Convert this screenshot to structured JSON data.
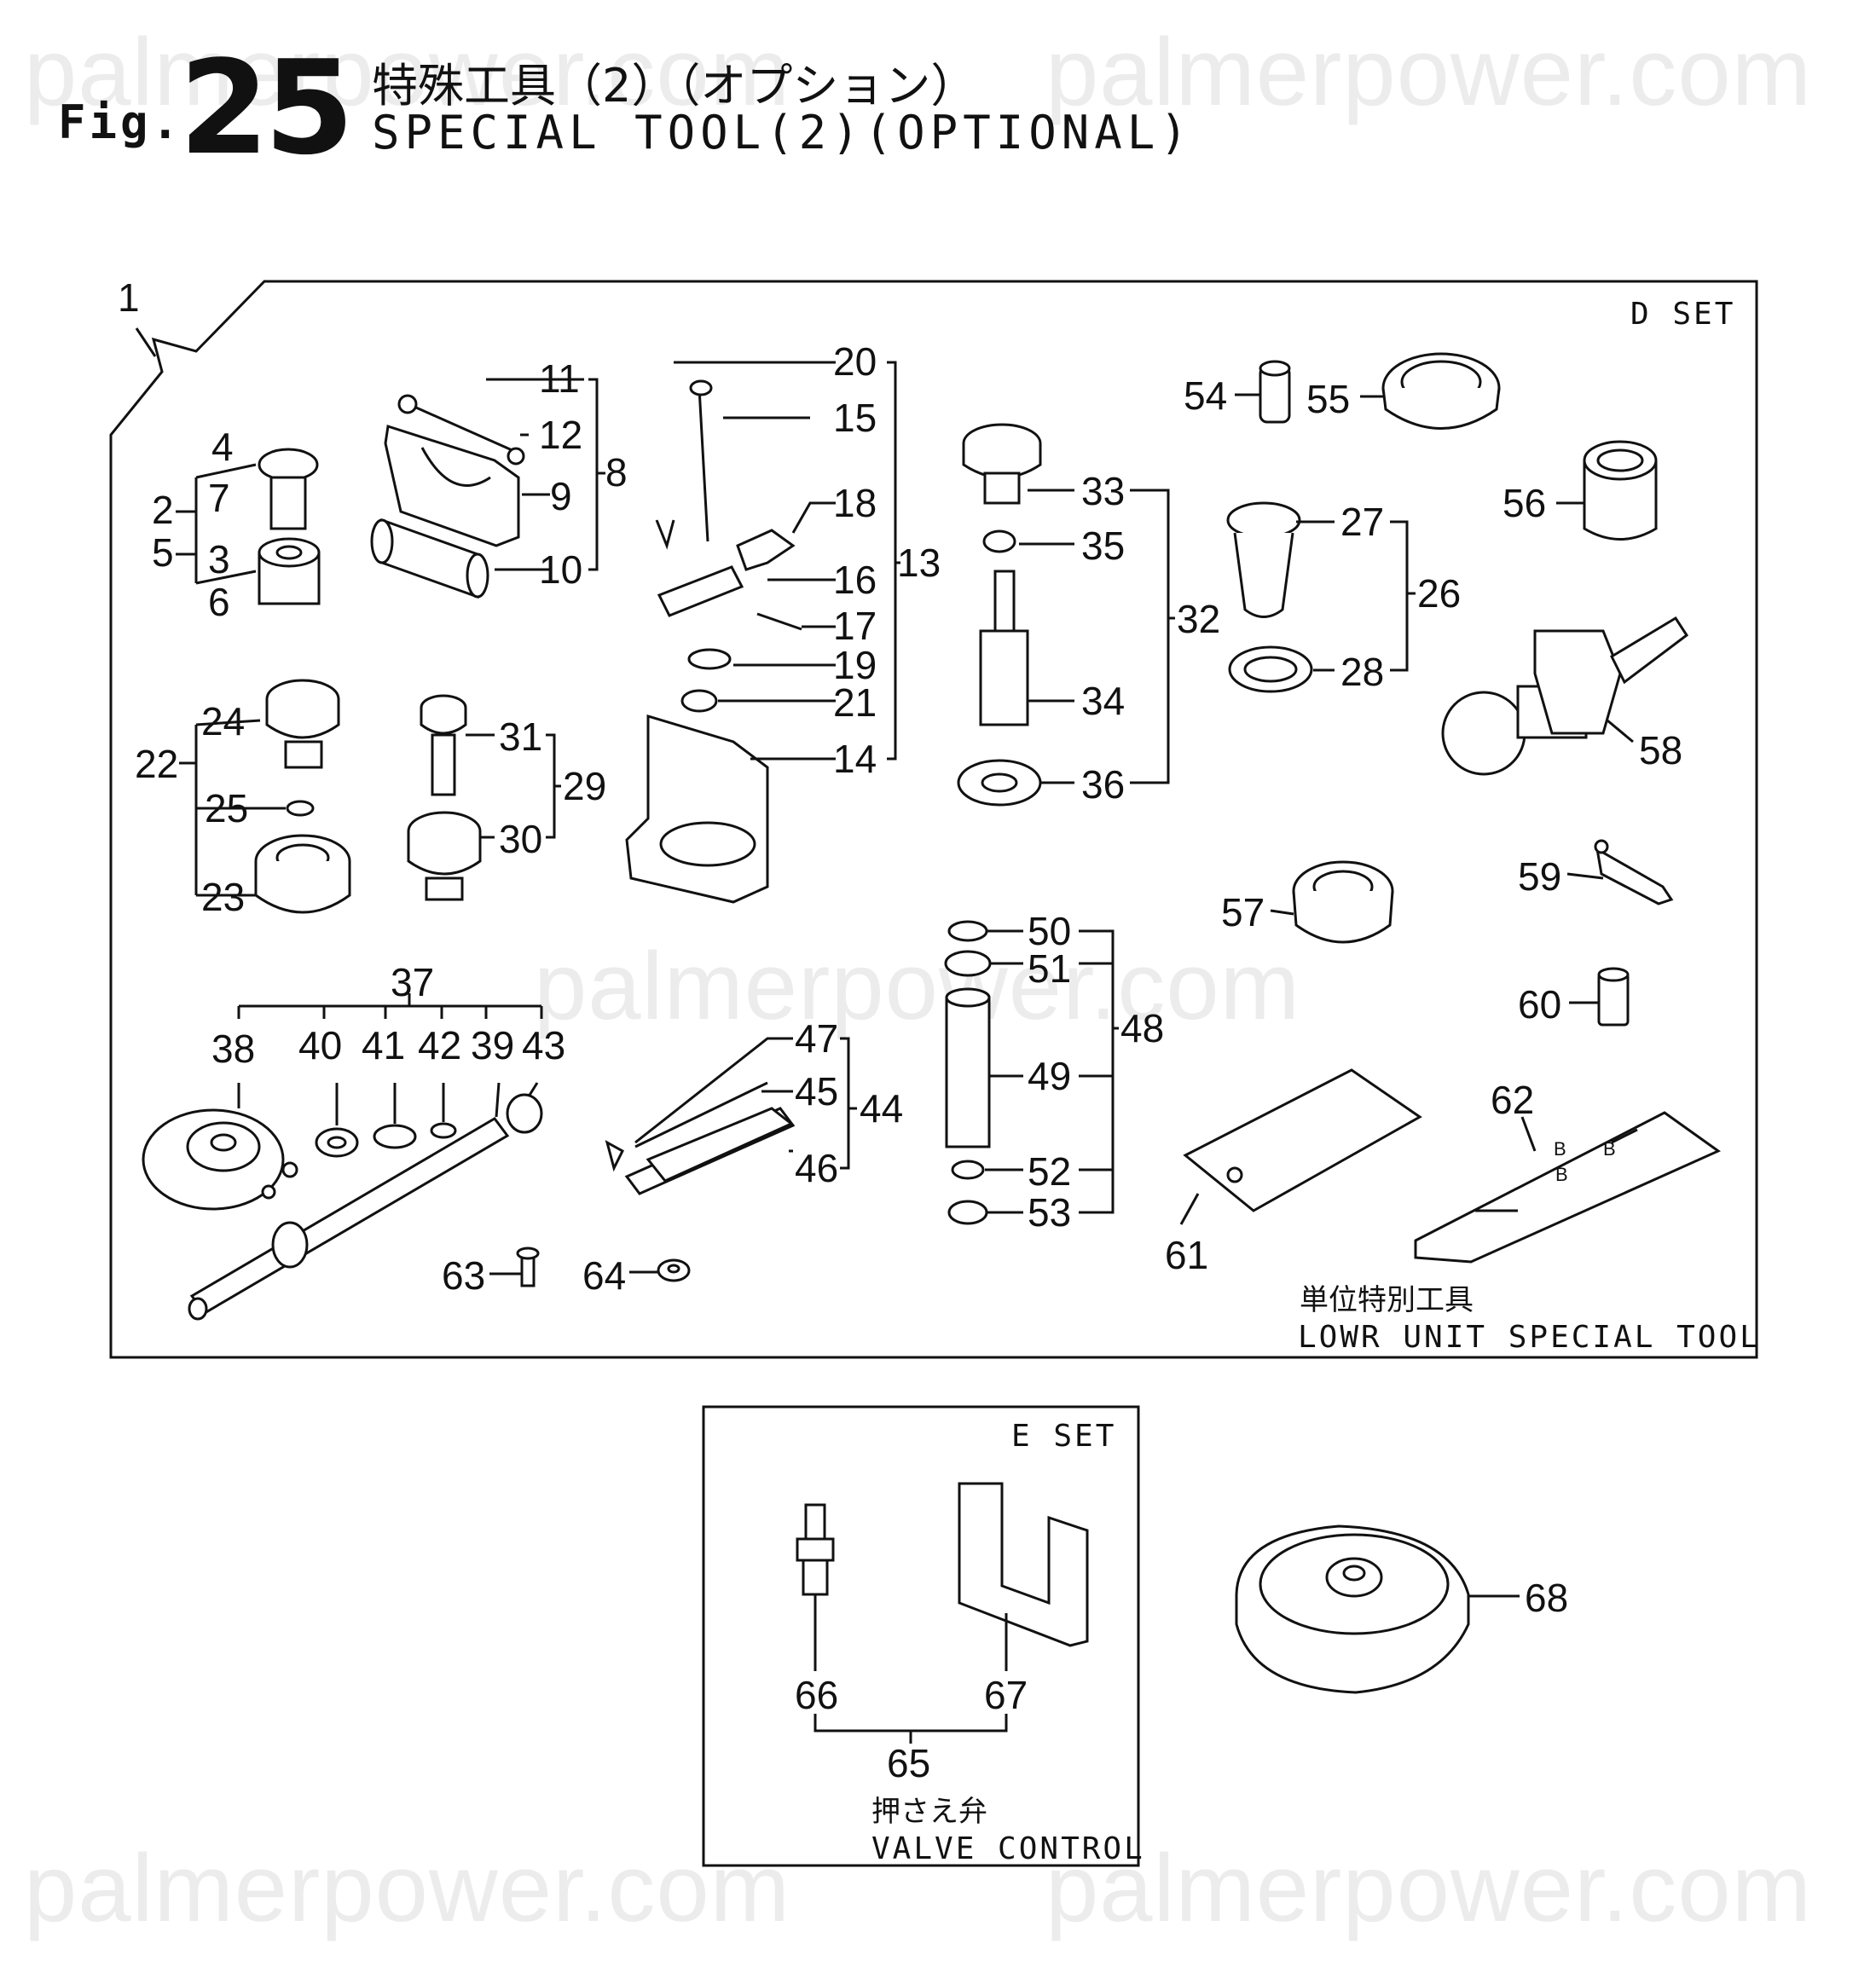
{
  "watermarks": [
    "palmerpower.com",
    "palmerpower.com",
    "palmerpower.com",
    "palmerpower.com",
    "palmerpower.com"
  ],
  "header": {
    "fig_label": "Fig.",
    "fig_number": "25",
    "title_jp": "特殊工具（2）（オプション）",
    "title_en": "SPECIAL TOOL(2)(OPTIONAL)"
  },
  "d_set": {
    "label": "D SET",
    "caption_jp": "単位特別工具",
    "caption_en": "LOWR UNIT SPECIAL TOOL"
  },
  "e_set": {
    "label": "E SET",
    "caption_jp": "押さえ弁",
    "caption_en": "VALVE CONTROL"
  },
  "callouts": [
    "1",
    "2",
    "3",
    "4",
    "5",
    "6",
    "7",
    "8",
    "9",
    "10",
    "11",
    "12",
    "13",
    "14",
    "15",
    "16",
    "17",
    "18",
    "19",
    "20",
    "21",
    "22",
    "23",
    "24",
    "25",
    "26",
    "27",
    "28",
    "29",
    "30",
    "31",
    "32",
    "33",
    "34",
    "35",
    "36",
    "37",
    "38",
    "39",
    "40",
    "41",
    "42",
    "43",
    "44",
    "45",
    "46",
    "47",
    "48",
    "49",
    "50",
    "51",
    "52",
    "53",
    "54",
    "55",
    "56",
    "57",
    "58",
    "59",
    "60",
    "61",
    "62",
    "63",
    "64",
    "65",
    "66",
    "67",
    "68"
  ],
  "plate_marks": [
    "B",
    "B",
    "B"
  ]
}
